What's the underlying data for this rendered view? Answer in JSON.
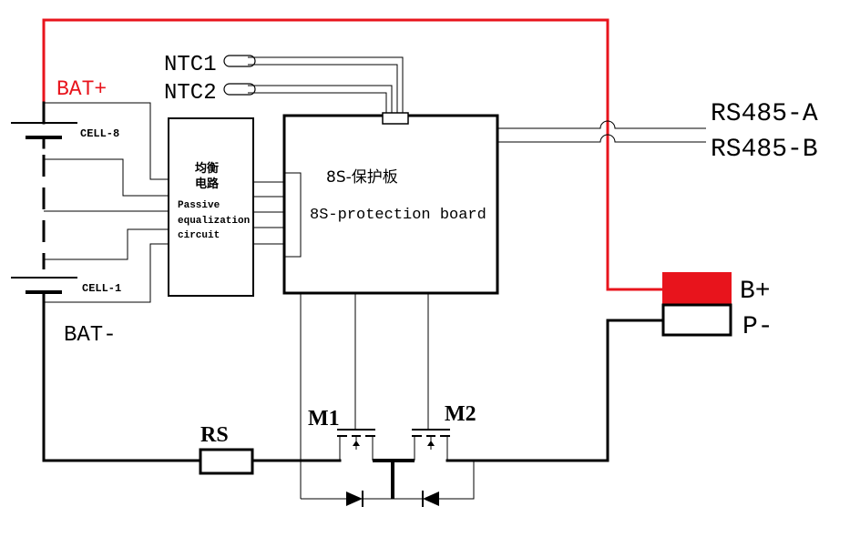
{
  "labels": {
    "bat_plus": "BAT+",
    "bat_minus": "BAT-",
    "cell_8": "CELL-8",
    "cell_1": "CELL-1",
    "ntc1": "NTC1",
    "ntc2": "NTC2",
    "balance_cn_line1": "均衡",
    "balance_cn_line2": "电路",
    "balance_en_line1": "Passive",
    "balance_en_line2": "equalization",
    "balance_en_line3": "circuit",
    "board_cn": "8S-保护板",
    "board_en": "8S-protection board",
    "rs485_a": "RS485-A",
    "rs485_b": "RS485-B",
    "b_plus": "B+",
    "p_minus": "P-",
    "rs": "RS",
    "m1": "M1",
    "m2": "M2"
  },
  "colors": {
    "positive_wire": "#e8141c",
    "wire": "#000000",
    "background": "#ffffff"
  }
}
